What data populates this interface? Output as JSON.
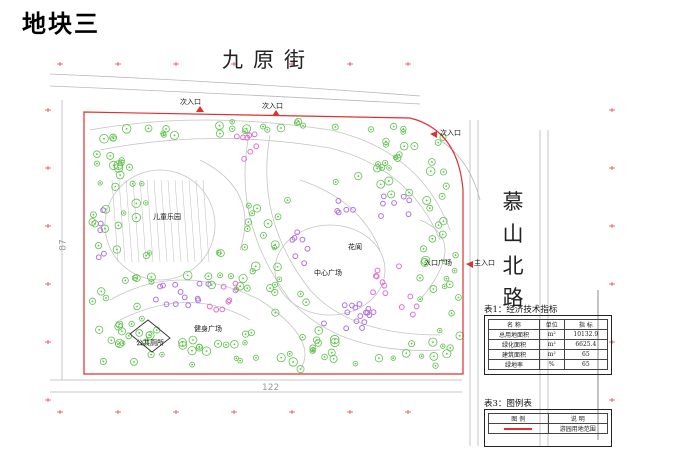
{
  "title": "地块三",
  "streets": {
    "north": "九原街",
    "east": "慕山北路"
  },
  "areas": {
    "children_playground": "儿童乐园",
    "flower_corridor": "花阆",
    "central_plaza": "中心广场",
    "entrance_plaza": "入口广场",
    "fitness_plaza": "健身广场",
    "public_toilet": "公共厕所"
  },
  "entrances": {
    "secondary_1": "次入口",
    "secondary_2": "次入口",
    "secondary_3": "次入口",
    "main": "主入口"
  },
  "dimension_left": "87",
  "dimension_bottom": "122",
  "table1": {
    "caption": "表1：经济技术指标",
    "headers": [
      "名 称",
      "单位",
      "指 标"
    ],
    "rows": [
      [
        "总用地面积",
        "m²",
        "10132.9"
      ],
      [
        "绿化面积",
        "m²",
        "6625.4"
      ],
      [
        "建筑面积",
        "m²",
        "65"
      ],
      [
        "绿地率",
        "%",
        "65"
      ]
    ]
  },
  "table3": {
    "caption": "表3：图例表",
    "headers": [
      "图 例",
      "说 明"
    ],
    "rows": [
      [
        "游园用地范围"
      ]
    ]
  },
  "colors": {
    "boundary": "#e03030",
    "tree_green": "#5cc24a",
    "flower_purple": "#b070e0",
    "flower_pink": "#e070d0",
    "path_line": "#bcbcbc"
  }
}
